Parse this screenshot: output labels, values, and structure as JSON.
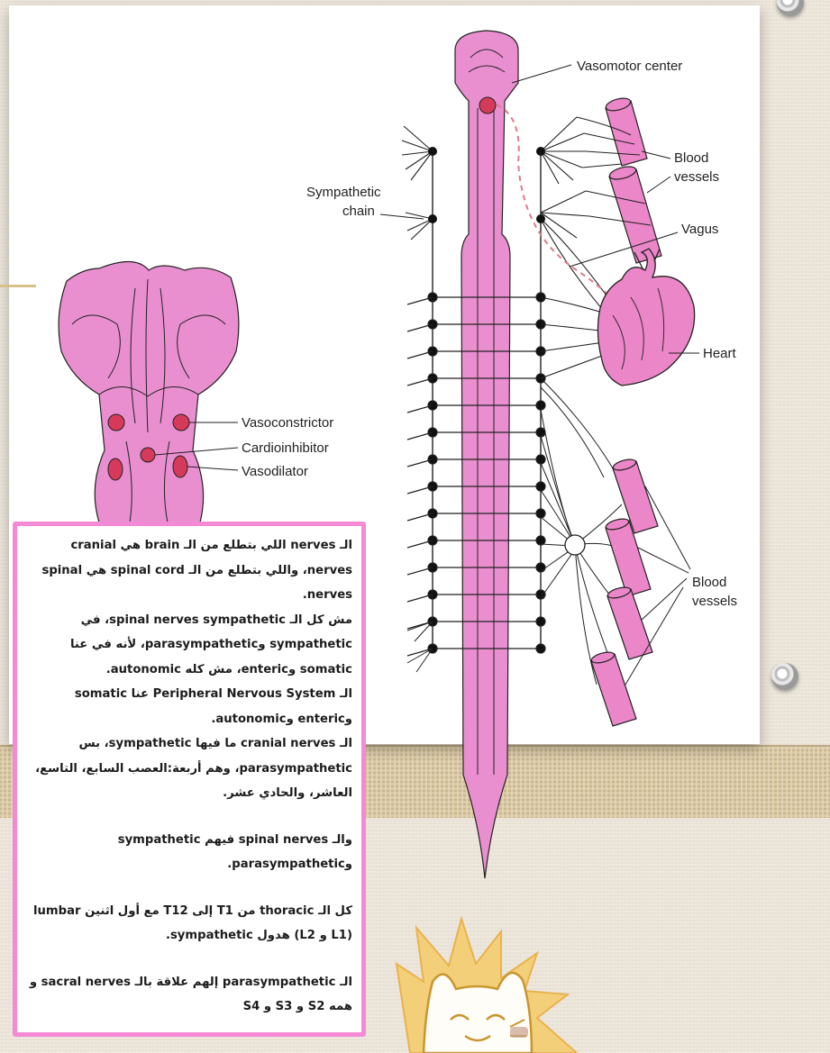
{
  "diagram": {
    "labels": {
      "vasomotor_center": "Vasomotor center",
      "blood_vessels_top_1": "Blood",
      "blood_vessels_top_2": "vessels",
      "sympathetic_chain_1": "Sympathetic",
      "sympathetic_chain_2": "chain",
      "vagus": "Vagus",
      "heart": "Heart",
      "blood_vessels_bottom_1": "Blood",
      "blood_vessels_bottom_2": "vessels",
      "vasoconstrictor": "Vasoconstrictor",
      "cardioinhibitor": "Cardioinhibitor",
      "vasodilator": "Vasodilator"
    },
    "colors": {
      "tissue_pink": "#e98fd0",
      "nucleus_red": "#d63a5a",
      "note_border": "#f48ad6",
      "vessel_pink": "#eb86c8"
    }
  },
  "notes": {
    "p1": "الـ nerves اللي بتطلع من الـ brain هي cranial nerves، واللي بتطلع من الـ spinal cord هي spinal nerves.",
    "p2": "مش كل الـ spinal nerves sympathetic، في sympathetic وparasympathetic، لأنه في عنا somatic وenteric، مش كله autonomic.",
    "p3": "الـ Peripheral Nervous System عنا somatic وenteric وautonomic.",
    "p4": "الـ cranial nerves ما فيها sympathetic، بس parasympathetic، وهم أربعة:العصب السابع، التاسع، العاشر، والحادي عشر.",
    "p5": "والـ spinal nerves فيهم sympathetic وparasympathetic.",
    "p6": "كل الـ thoracic من T1 إلى T12 مع أول اثنين lumbar (L1 و L2) هدول sympathetic.",
    "p7": "الـ parasympathetic إلهم علاقة بالـ sacral nerves و همه  S2 و S3 و S4"
  }
}
